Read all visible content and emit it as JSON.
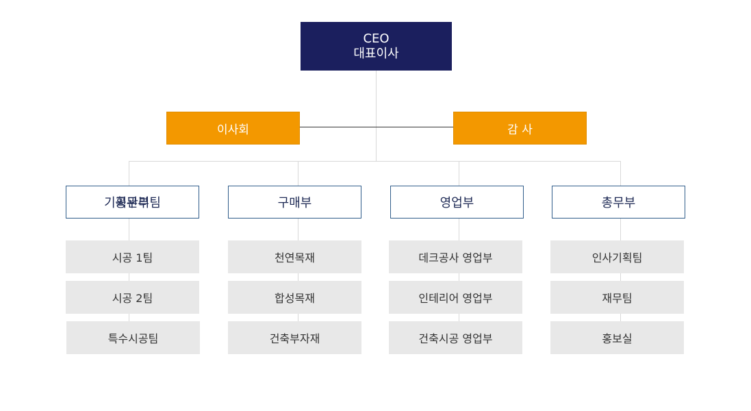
{
  "ceo": {
    "line1": "CEO",
    "line2": "대표이사"
  },
  "board": "이사회",
  "audit": "감 사",
  "departments": [
    {
      "name": "기획관리팀",
      "overlap": "공무부",
      "teams": [
        "시공 1팀",
        "시공 2팀",
        "특수시공팀"
      ]
    },
    {
      "name": "구매부",
      "teams": [
        "천연목재",
        "합성목재",
        "건축부자재"
      ]
    },
    {
      "name": "영업부",
      "teams": [
        "데크공사 영업부",
        "인테리어 영업부",
        "건축시공 영업부"
      ]
    },
    {
      "name": "총무부",
      "teams": [
        "인사기획팀",
        "재무팀",
        "홍보실"
      ]
    }
  ],
  "colors": {
    "ceo": "#1b1f5e",
    "orange": "#f39800",
    "dept_border": "#2f5c8a",
    "team_bg": "#e8e8e8",
    "line": "#d8d8d8"
  }
}
